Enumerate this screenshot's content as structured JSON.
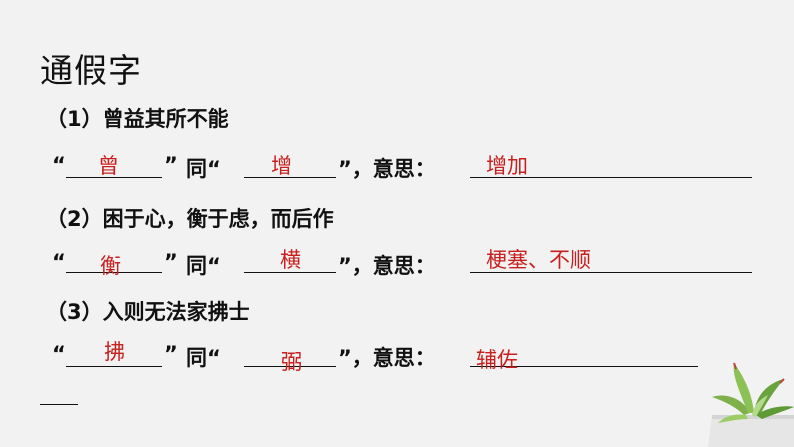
{
  "title": "通假字",
  "questions": [
    {
      "prompt": "（1）曾益其所不能",
      "tong_word": "曾",
      "same_word": "增",
      "meaning": "增加",
      "label_tong": "同“",
      "label_meaning": "”，意思："
    },
    {
      "prompt": "（2）困于心，衡于虑，而后作",
      "tong_word": "衡",
      "same_word": "横",
      "meaning": "梗塞、不顺",
      "label_tong": "同“",
      "label_meaning": "”，意思："
    },
    {
      "prompt": "（3）入则无法家拂士",
      "tong_word": "拂",
      "same_word": "弼",
      "meaning": "辅佐",
      "label_tong": "同“",
      "label_meaning": "”，意思："
    }
  ],
  "open_quote": "“",
  "close_quote": "”"
}
